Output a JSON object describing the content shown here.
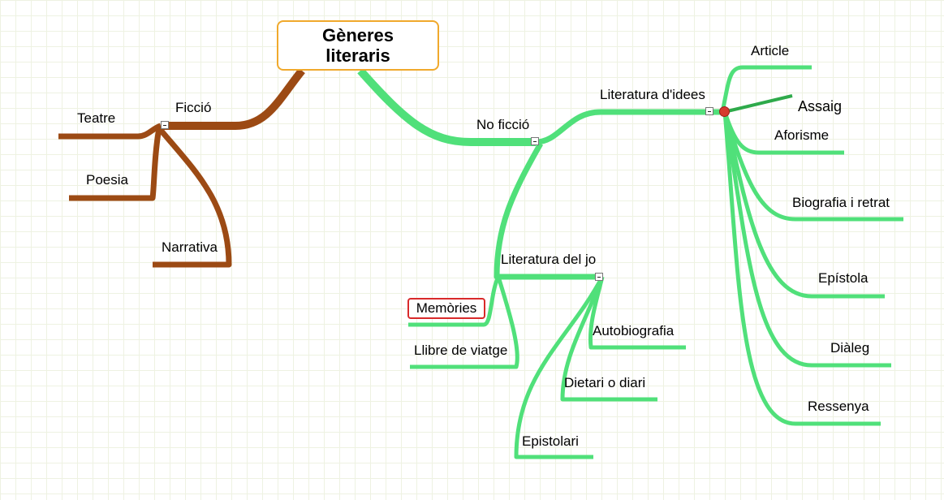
{
  "root": {
    "title": "Gèneres literaris"
  },
  "colors": {
    "fiction_branch": "#9c4a14",
    "nonfiction_branch": "#50e07a",
    "root_border": "#f0a92c",
    "selected_border": "#d92a2a"
  },
  "fiction": {
    "label": "Ficció",
    "children": [
      "Teatre",
      "Poesia",
      "Narrativa"
    ]
  },
  "nonfiction": {
    "label": "No ficció",
    "ideas": {
      "label": "Literatura d'idees",
      "children": [
        "Article",
        "Assaig",
        "Aforisme",
        "Biografia i retrat",
        "Epístola",
        "Diàleg",
        "Ressenya"
      ]
    },
    "jo": {
      "label": "Literatura del jo",
      "children": [
        "Memòries",
        "Llibre de viatge",
        "Autobiografia",
        "Dietari o diari",
        "Epistolari"
      ]
    }
  }
}
